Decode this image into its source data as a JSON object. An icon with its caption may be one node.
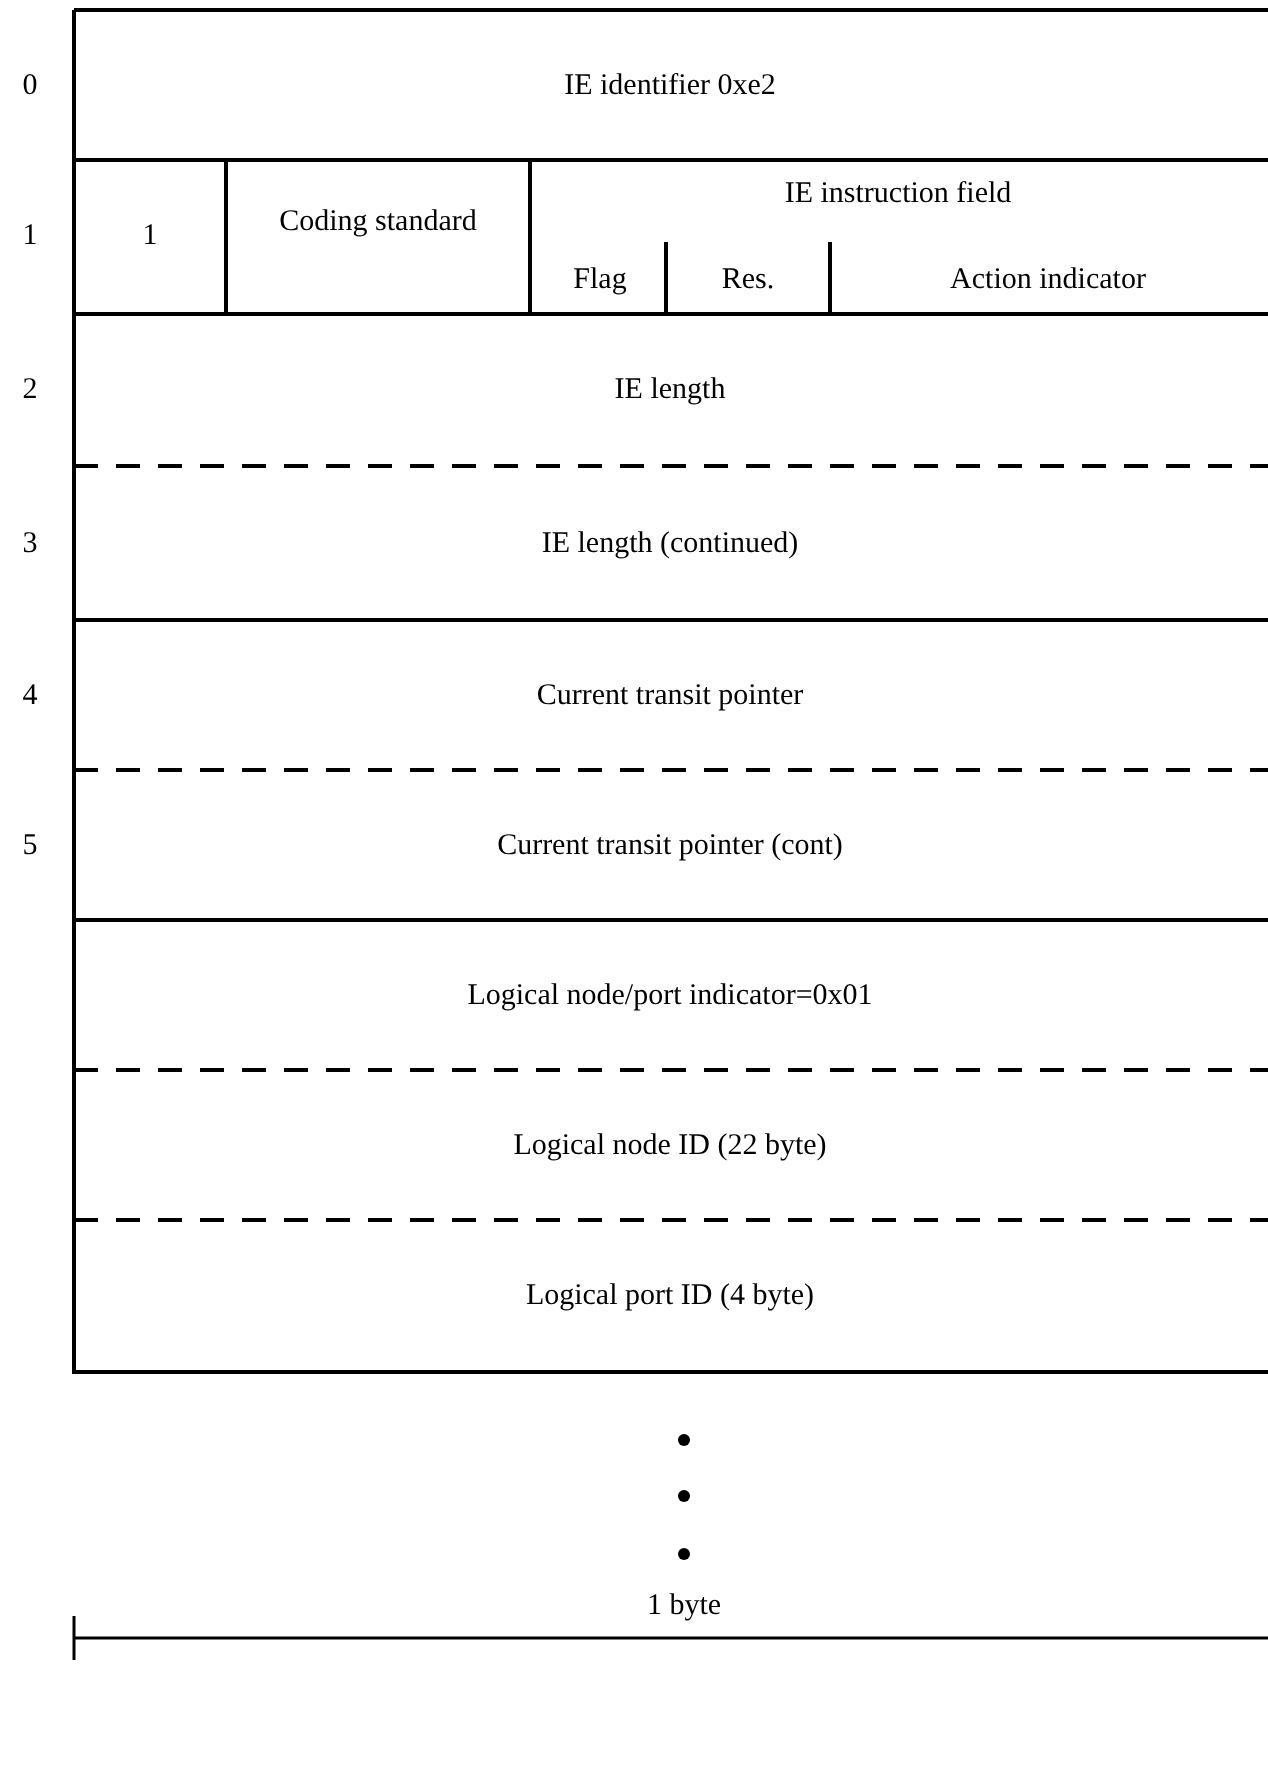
{
  "diagram": {
    "labels": [
      "0",
      "IE identifier 0xe2",
      "1",
      "1",
      "Coding standard",
      "IE instruction field",
      "Flag",
      "Res.",
      "Action indicator",
      "2",
      "IE length",
      "3",
      "IE length (continued)",
      "4",
      "Current transit pointer",
      "5",
      "Current transit pointer (cont)",
      "Logical node/port indicator=0x01",
      "Logical node ID (22 byte)",
      "Logical port ID (4 byte)",
      "1 byte"
    ]
  }
}
